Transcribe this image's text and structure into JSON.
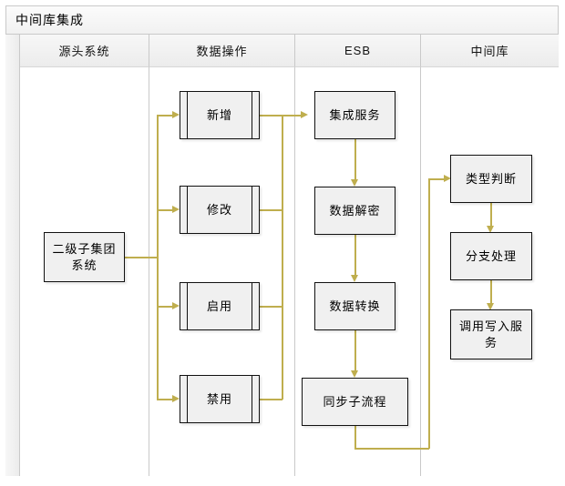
{
  "diagram": {
    "title": "中间库集成",
    "type": "swimlane-flowchart",
    "accent_color": "#bfae4e",
    "node_fill": "#f0f0f0",
    "node_border": "#111111",
    "lanes": [
      {
        "id": "lane-source",
        "label": "源头系统"
      },
      {
        "id": "lane-dataop",
        "label": "数据操作"
      },
      {
        "id": "lane-esb",
        "label": "ESB"
      },
      {
        "id": "lane-midlib",
        "label": "中间库"
      }
    ],
    "nodes": {
      "source_system": {
        "label": "二级子集团\n系统",
        "line1": "二级子集团",
        "line2": "系统",
        "lane": "源头系统"
      },
      "op_add": {
        "label": "新增",
        "lane": "数据操作",
        "shape": "subprocess"
      },
      "op_modify": {
        "label": "修改",
        "lane": "数据操作",
        "shape": "subprocess"
      },
      "op_enable": {
        "label": "启用",
        "lane": "数据操作",
        "shape": "subprocess"
      },
      "op_disable": {
        "label": "禁用",
        "lane": "数据操作",
        "shape": "subprocess"
      },
      "esb_service": {
        "label": "集成服务",
        "lane": "ESB"
      },
      "esb_decrypt": {
        "label": "数据解密",
        "lane": "ESB"
      },
      "esb_transform": {
        "label": "数据转换",
        "lane": "ESB"
      },
      "esb_subflow": {
        "label": "同步子流程",
        "lane": "ESB"
      },
      "mid_typecheck": {
        "label": "类型判断",
        "lane": "中间库"
      },
      "mid_branch": {
        "label": "分支处理",
        "lane": "中间库"
      },
      "mid_writecall": {
        "label": "调用写入服\n务",
        "line1": "调用写入服",
        "line2": "务",
        "lane": "中间库"
      }
    },
    "edges": [
      {
        "from": "source_system",
        "to": "op_add"
      },
      {
        "from": "source_system",
        "to": "op_modify"
      },
      {
        "from": "source_system",
        "to": "op_enable"
      },
      {
        "from": "source_system",
        "to": "op_disable"
      },
      {
        "from": "op_add",
        "to": "esb_service"
      },
      {
        "from": "op_modify",
        "to": "esb_service"
      },
      {
        "from": "op_enable",
        "to": "esb_service"
      },
      {
        "from": "op_disable",
        "to": "esb_service"
      },
      {
        "from": "esb_service",
        "to": "esb_decrypt"
      },
      {
        "from": "esb_decrypt",
        "to": "esb_transform"
      },
      {
        "from": "esb_transform",
        "to": "esb_subflow"
      },
      {
        "from": "esb_subflow",
        "to": "mid_typecheck"
      },
      {
        "from": "mid_typecheck",
        "to": "mid_branch"
      },
      {
        "from": "mid_branch",
        "to": "mid_writecall"
      }
    ]
  }
}
